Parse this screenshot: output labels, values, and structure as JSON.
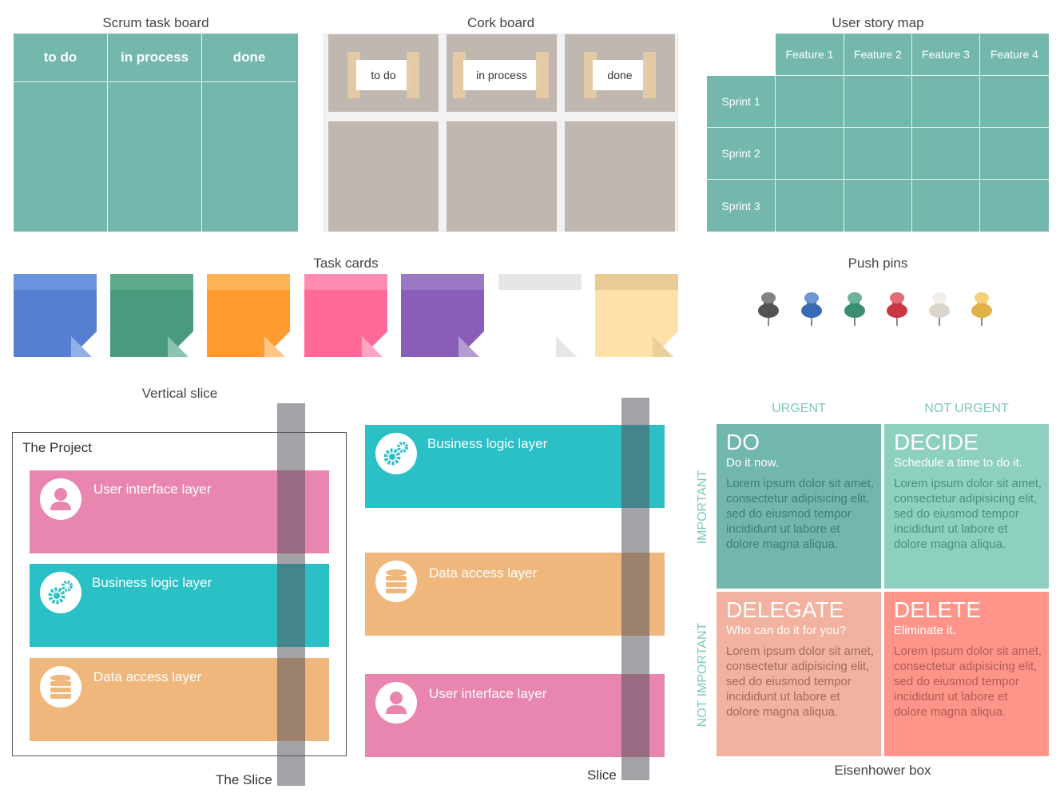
{
  "scrum": {
    "title": "Scrum task board",
    "columns": [
      "to do",
      "in process",
      "done"
    ]
  },
  "cork": {
    "title": "Cork board",
    "notes": [
      "to do",
      "in process",
      "done"
    ]
  },
  "story_map": {
    "title": "User story map",
    "features": [
      "Feature 1",
      "Feature 2",
      "Feature 3",
      "Feature 4"
    ],
    "sprints": [
      "Sprint 1",
      "Sprint 2",
      "Sprint 3"
    ]
  },
  "task_cards": {
    "title": "Task cards",
    "colors": [
      {
        "band": "#6b94de",
        "body": "#557fd0",
        "fold": "#8fb0e8"
      },
      {
        "band": "#5faa8d",
        "body": "#4a9a7d",
        "fold": "#8cc3ae"
      },
      {
        "band": "#ffb255",
        "body": "#ff9b2e",
        "fold": "#ffc684"
      },
      {
        "band": "#ff8ab2",
        "body": "#ff6a98",
        "fold": "#ffa5c1"
      },
      {
        "band": "#9a78c6",
        "body": "#8a5eb8",
        "fold": "#b39bd6"
      },
      {
        "band": "#e6e6e6",
        "body": "#ffffff",
        "fold": "#e6e6e6"
      },
      {
        "band": "#eacb95",
        "body": "#ffe0a8",
        "fold": "#ecd09c"
      }
    ]
  },
  "push_pins": {
    "title": "Push pins",
    "colors": [
      "#5a5a5a",
      "#3f73c6",
      "#3f9a78",
      "#d83d48",
      "#efe8e0",
      "#f3c14e"
    ]
  },
  "vertical_slice": {
    "title": "Vertical slice",
    "project_label": "The Project",
    "slice_label": "The Slice",
    "layers": [
      {
        "label": "User interface layer",
        "icon": "user-icon",
        "color": "#e886b0"
      },
      {
        "label": "Business logic layer",
        "icon": "gears-icon",
        "color": "#2bbfc6"
      },
      {
        "label": "Data access layer",
        "icon": "database-icon",
        "color": "#efb77b"
      }
    ]
  },
  "slice2": {
    "slice_label": "Slice",
    "layers": [
      {
        "label": "Business logic layer",
        "icon": "gears-icon",
        "color": "#2bbfc6"
      },
      {
        "label": "Data access layer",
        "icon": "database-icon",
        "color": "#efb77b"
      },
      {
        "label": "User interface layer",
        "icon": "user-icon",
        "color": "#e886b0"
      }
    ]
  },
  "eisenhower": {
    "title": "Eisenhower box",
    "col_labels": [
      "URGENT",
      "NOT URGENT"
    ],
    "row_labels": [
      "IMPORTANT",
      "NOT IMPORTANT"
    ],
    "quadrants": [
      {
        "title": "DO",
        "subtitle": "Do it now.",
        "text": "Lorem ipsum dolor sit amet, consectetur adipisicing elit, sed do eiusmod tempor incididunt ut labore et dolore magna aliqua.",
        "color": "#72b7ad"
      },
      {
        "title": "DECIDE",
        "subtitle": "Schedule a time to do it.",
        "text": "Lorem ipsum dolor sit amet, consectetur adipisicing elit, sed do eiusmod tempor incididunt ut labore et dolore magna aliqua.",
        "color": "#8dd0c0"
      },
      {
        "title": "DELEGATE",
        "subtitle": "Who can do it for you?",
        "text": "Lorem ipsum dolor sit amet, consectetur adipisicing elit, sed do eiusmod tempor incididunt ut labore et dolore magna aliqua.",
        "color": "#f2b29f"
      },
      {
        "title": "DELETE",
        "subtitle": "Eliminate it.",
        "text": "Lorem ipsum dolor sit amet, consectetur adipisicing elit, sed do eiusmod tempor incididunt ut labore et dolore magna aliqua.",
        "color": "#ff958a"
      }
    ]
  }
}
